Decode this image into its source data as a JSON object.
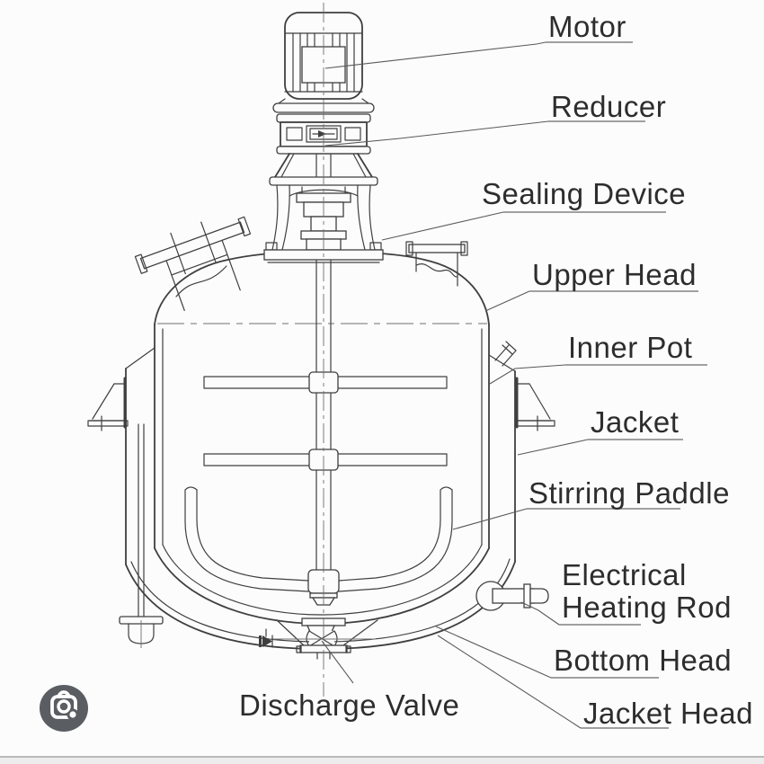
{
  "page": {
    "background": "#fcfcfc"
  },
  "diagram": {
    "type": "technical-line-drawing",
    "subject": "Jacketed stirred-tank reactor with agitator, shown in section with part callouts",
    "line_color": "#3f3f3f",
    "text_color": "#2d2d2d",
    "labels": {
      "motor": "Motor",
      "reducer": "Reducer",
      "sealing_device": "Sealing Device",
      "upper_head": "Upper Head",
      "inner_pot": "Inner Pot",
      "jacket": "Jacket",
      "stirring_paddle": "Stirring Paddle",
      "electrical_heating_rod_line1": "Electrical",
      "electrical_heating_rod_line2": "Heating Rod",
      "bottom_head": "Bottom Head",
      "jacket_head": "Jacket Head",
      "discharge_valve": "Discharge Valve"
    }
  },
  "lens_button": {
    "icon": "google-lens-camera-icon",
    "bg_color": "#5a5d61"
  },
  "footer": {
    "bar_color": "#ededed",
    "divider_color": "#b9b9b9"
  }
}
